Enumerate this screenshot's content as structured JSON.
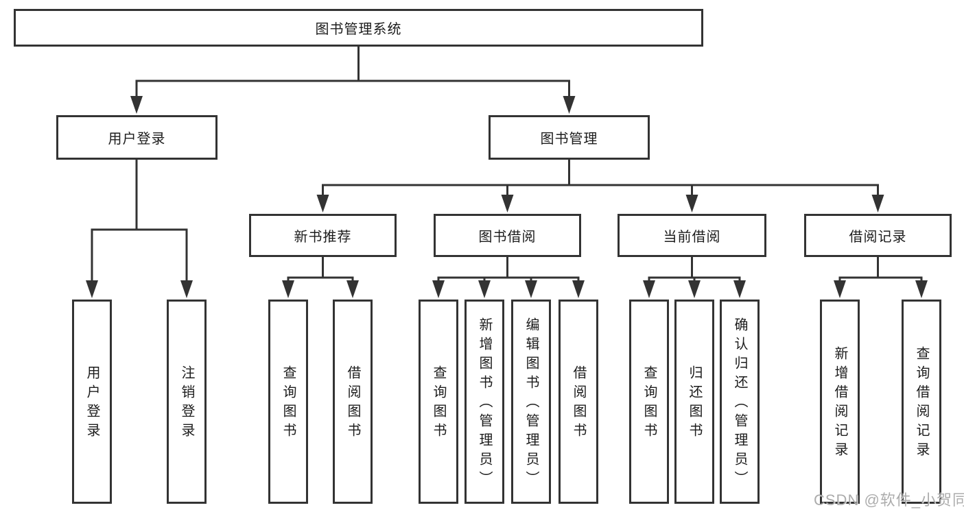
{
  "diagram": {
    "root": "图书管理系统",
    "branches": [
      {
        "label": "用户登录",
        "children": [
          "用户登录",
          "注销登录"
        ]
      },
      {
        "label": "图书管理",
        "children": [
          {
            "label": "新书推荐",
            "children": [
              "查询图书",
              "借阅图书"
            ]
          },
          {
            "label": "图书借阅",
            "children": [
              "查询图书",
              "新增图书（管理员）",
              "编辑图书（管理员）",
              "借阅图书"
            ]
          },
          {
            "label": "当前借阅",
            "children": [
              "查询图书",
              "归还图书",
              "确认归还（管理员）"
            ]
          },
          {
            "label": "借阅记录",
            "children": [
              "新增借阅记录",
              "查询借阅记录"
            ]
          }
        ]
      }
    ]
  },
  "watermark": {
    "text": "CSDN @软件_小贺同学"
  },
  "colors": {
    "line": "#333333",
    "box_border": "#333333",
    "text": "#1c1c1c",
    "watermark": "#9e9e9e",
    "background": "#ffffff"
  }
}
